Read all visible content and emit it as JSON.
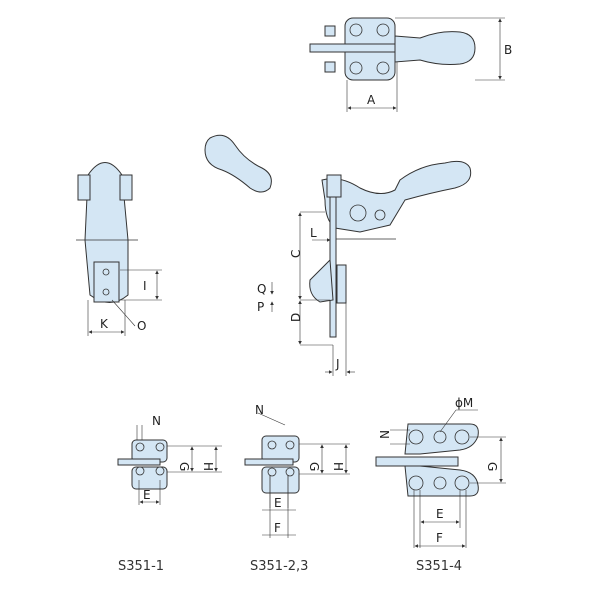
{
  "top_view": {
    "dim_a": "A",
    "dim_b": "B"
  },
  "side_view": {
    "dim_k": "K",
    "dim_o": "O",
    "dim_i": "I"
  },
  "main_view": {
    "dim_c": "C",
    "dim_d": "D",
    "dim_l": "L",
    "dim_j": "J",
    "dim_q": "Q",
    "dim_p": "P"
  },
  "variants": [
    {
      "caption": "S351-1",
      "n": "N",
      "g": "G",
      "h": "H",
      "e": "E"
    },
    {
      "caption": "S351-2,3",
      "n": "N",
      "g": "G",
      "h": "H",
      "e": "E",
      "f": "F"
    },
    {
      "caption": "S351-4",
      "n": "N",
      "g": "G",
      "e": "E",
      "f": "F",
      "m": "ϕM"
    }
  ],
  "colors": {
    "part_fill": "#d4e6f4",
    "line": "#333333"
  }
}
